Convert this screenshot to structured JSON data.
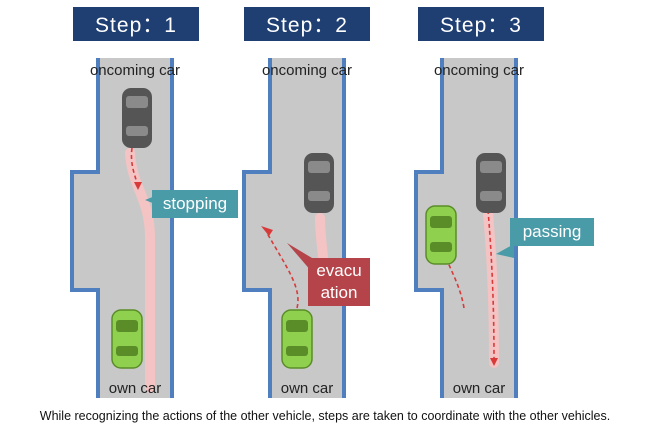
{
  "steps": [
    {
      "title": "Step：1",
      "top_label": "oncoming car",
      "bottom_label": "own car",
      "callout": "stopping",
      "callout_color": "#4a9ba8"
    },
    {
      "title": "Step：2",
      "top_label": "oncoming car",
      "bottom_label": "own car",
      "callout": "evacu ation",
      "callout_color": "#b5444a"
    },
    {
      "title": "Step：3",
      "top_label": "oncoming car",
      "bottom_label": "own car",
      "callout": "passing",
      "callout_color": "#4a9ba8"
    }
  ],
  "caption": "While recognizing the actions of the other vehicle, steps are taken to coordinate with the other vehicles.",
  "colors": {
    "road": "#c8c8c8",
    "road_edge": "#4f7fbf",
    "header": "#1f3f73",
    "own_car": "#8fd14f",
    "oncoming_car": "#555555",
    "path": "#f4c4c4",
    "arrow": "#d83a3a"
  }
}
